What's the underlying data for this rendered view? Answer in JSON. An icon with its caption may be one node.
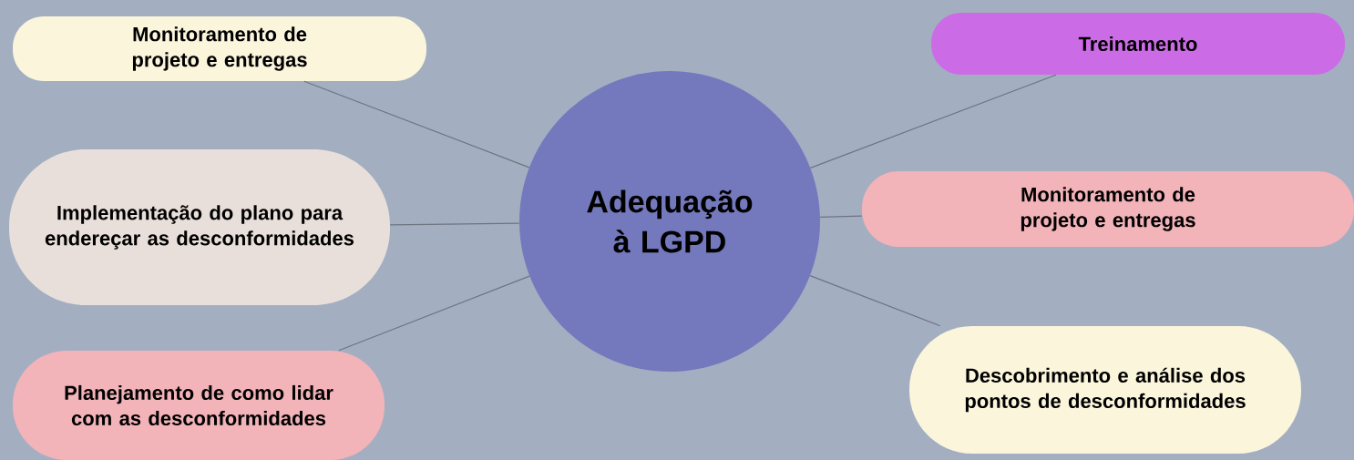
{
  "diagram": {
    "nodes": [
      {
        "text": [
          "Adequação à LGPD"
        ]
      },
      {
        "text": [
          "Monitoramento de projeto e entregas"
        ]
      },
      {
        "text": [
          "Implementação do plano para endereçar as desconformidades"
        ]
      },
      {
        "text": [
          "Planejamento de como lidar com as desconformidades"
        ]
      },
      {
        "text": [
          "Treinamento"
        ]
      },
      {
        "text": [
          "Monitoramento de projeto e entregas"
        ]
      },
      {
        "text": [
          "Descobrimento e análise dos pontos de desconformidades"
        ]
      }
    ],
    "edges": [
      {
        "from": 0,
        "to": 1,
        "arrow": "none"
      },
      {
        "from": 0,
        "to": 2,
        "arrow": "none"
      },
      {
        "from": 0,
        "to": 3,
        "arrow": "none"
      },
      {
        "from": 0,
        "to": 4,
        "arrow": "none"
      },
      {
        "from": 0,
        "to": 5,
        "arrow": "none"
      },
      {
        "from": 0,
        "to": 6,
        "arrow": "none"
      }
    ]
  }
}
